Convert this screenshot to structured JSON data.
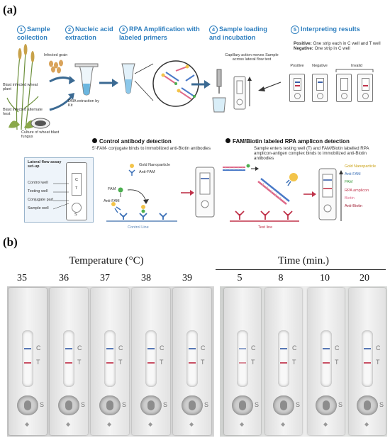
{
  "panel_a": {
    "label": "(a)",
    "steps": [
      {
        "num": "1",
        "title": "Sample collection"
      },
      {
        "num": "2",
        "title": "Nucleic acid extraction"
      },
      {
        "num": "3",
        "title": "RPA Amplification with labeled primers"
      },
      {
        "num": "4",
        "title": "Sample loading and incubation"
      },
      {
        "num": "5",
        "title": "Interpreting results"
      }
    ],
    "collection": {
      "infected_grain": "Infected grain",
      "wheat": "Blast infected wheat plant",
      "host": "Blast infected alternate host",
      "culture": "Culture of wheat blast fungus"
    },
    "extraction_note": "DNA extraction by Kit",
    "capillary_note": "Capillary action moves Sample across lateral flow test",
    "results": {
      "positive_label": "Positive:",
      "positive_text": "One strip each in C well and T well",
      "negative_label": "Negative:",
      "negative_text": "One strip in C well",
      "col_positive": "Positive",
      "col_negative": "Negative",
      "col_invalid": "Invalid"
    },
    "lfa_setup": {
      "title": "Lateral flow assay set-up",
      "control_well": "Control well",
      "testing_well": "Testing well",
      "conjugate_pad": "Conjugate pad",
      "sample_well": "Sample well",
      "c": "C",
      "t": "T",
      "s": "S"
    },
    "control_detection": {
      "title": "Control antibody detection",
      "desc": "5'-FAM- conjugate binds to immobilized anti-Biotin antibodies",
      "gold": "Gold Nanoparticle",
      "anti_fam": "Anti-FAM",
      "fam": "FAM",
      "anti_fam2": "Anti-FAM",
      "line": "Control Line"
    },
    "fam_detection": {
      "title": "FAM/Biotin labeled RPA amplicon detection",
      "desc": "Sample enters testing well (T) and FAM/Biotin labelled RPA amplicon-antigen complex binds to immobilized anti-Biotin antibodies",
      "line": "Test line",
      "legend": [
        "Gold Nanoparticle",
        "Anti-FAM",
        "FAM",
        "RPA amplicon",
        "Biotin",
        "Anti-Biotin"
      ]
    }
  },
  "panel_b": {
    "label": "(b)",
    "temperature_title": "Temperature (°C)",
    "time_title": "Time (min.)",
    "temperature_lanes": [
      "35",
      "36",
      "37",
      "38",
      "39"
    ],
    "time_lanes": [
      "5",
      "8",
      "10",
      "20"
    ],
    "strip_letters": {
      "c": "C",
      "t": "T",
      "s": "S"
    }
  },
  "colors": {
    "accent_blue": "#2e7fbf",
    "control_band": "#3a5fa8",
    "test_band": "#c0334a"
  }
}
